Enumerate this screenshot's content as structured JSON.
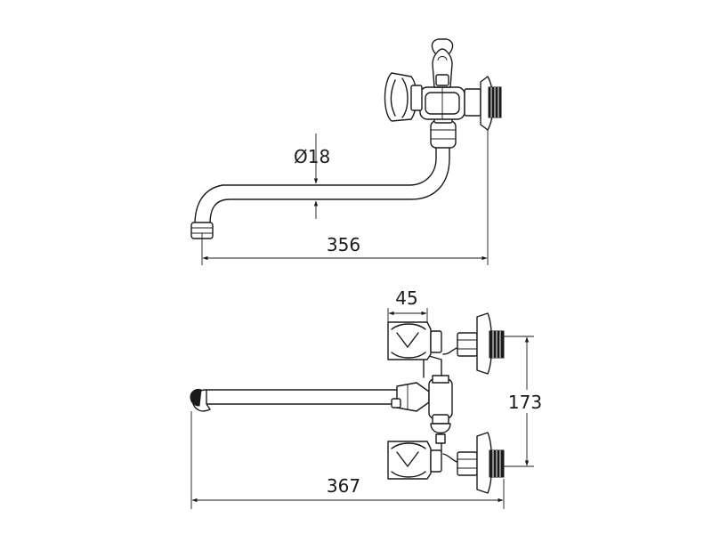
{
  "side_view": {
    "diameter_label": "Ø18",
    "length_label": "356"
  },
  "top_view": {
    "width_label": "45",
    "spacing_label": "173",
    "length_label": "367"
  }
}
